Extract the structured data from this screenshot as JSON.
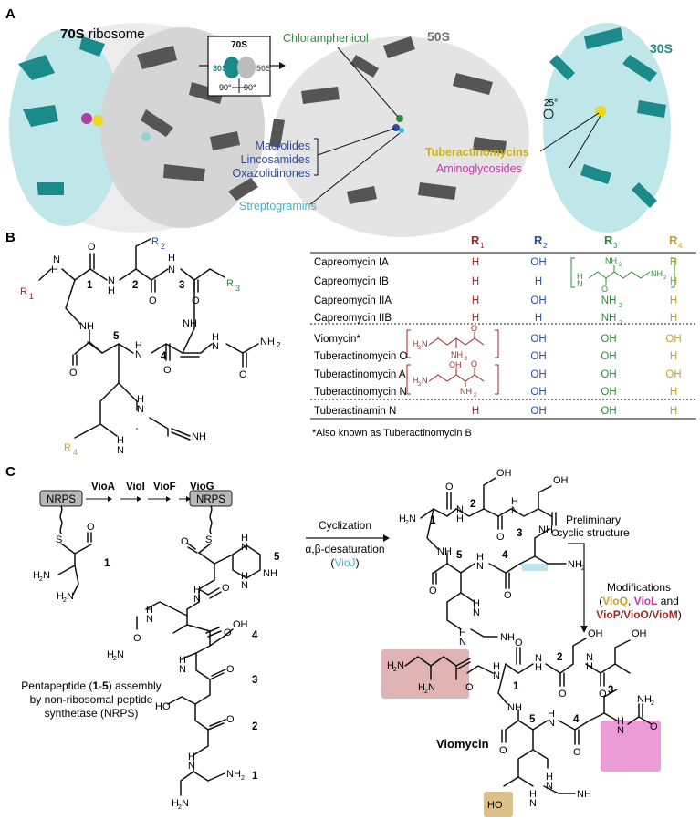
{
  "colors": {
    "teal": "#1a8a8a",
    "tealLight": "#8fd3d6",
    "grey": "#6f6f6f",
    "green": "#2e8b3e",
    "blue": "#2a4ea8",
    "cyan": "#38b4d0",
    "yellow": "#e2d21a",
    "magenta": "#c838a8",
    "darkred": "#a12727",
    "gold": "#c8a028",
    "red_r1": "#a12727",
    "blue_r2": "#2a4ea8",
    "green_r3": "#2e8b3e",
    "gold_r4": "#c8a028"
  },
  "panelA": {
    "label": "A",
    "ribosome_70s_bold": "70S",
    "ribosome_70s_rest": " ribosome",
    "inset_title": "70S",
    "inset_30s": "30S",
    "inset_50s": "50S",
    "inset_rot": "90°",
    "inset_rot2": "90°",
    "label_50s": "50S",
    "label_30s": "30S",
    "rotation_30s": "25°",
    "chloramphenicol": "Chloramphenicol",
    "macrolides": "Macrolides",
    "lincosamides": "Lincosamides",
    "oxazolidinones": "Oxazolidinones",
    "streptogramins": "Streptogramins",
    "tuberactinomycins": "Tuberactinomycins",
    "aminoglycosides": "Aminoglycosides"
  },
  "panelB": {
    "label": "B",
    "atoms": {
      "r1": "R",
      "r1_sub": "1",
      "r2": "R",
      "r2_sub": "2",
      "r3": "R",
      "r3_sub": "3",
      "r4": "R",
      "r4_sub": "4",
      "nh": "NH",
      "n": "N",
      "h": "H",
      "o": "O",
      "nh2": "NH",
      "nh2_sub": "2",
      "num1": "1",
      "num2": "2",
      "num3": "3",
      "num4": "4",
      "num5": "5"
    },
    "table": {
      "headers": [
        "R",
        "R",
        "R",
        "R"
      ],
      "header_subs": [
        "1",
        "2",
        "3",
        "4"
      ],
      "rows": [
        {
          "name": "Capreomycin IA",
          "r1": "H",
          "r2": "OH",
          "r3": "",
          "r4": "H"
        },
        {
          "name": "Capreomycin IB",
          "r1": "H",
          "r2": "H",
          "r3": "",
          "r4": "H"
        },
        {
          "name": "Capreomycin IIA",
          "r1": "H",
          "r2": "OH",
          "r3": "NH",
          "r4": "H"
        },
        {
          "name": "Capreomycin IIB",
          "r1": "H",
          "r2": "H",
          "r3": "NH",
          "r4": "H"
        },
        {
          "name": "Viomycin*",
          "r1": "",
          "r2": "OH",
          "r3": "OH",
          "r4": "OH"
        },
        {
          "name": "Tuberactinomycin O",
          "r1": "",
          "r2": "OH",
          "r3": "OH",
          "r4": "H"
        },
        {
          "name": "Tuberactinomycin A",
          "r1": "",
          "r2": "OH",
          "r3": "OH",
          "r4": "OH"
        },
        {
          "name": "Tuberactinomycin N",
          "r1": "",
          "r2": "OH",
          "r3": "OH",
          "r4": "H"
        },
        {
          "name": "Tuberactinamin N",
          "r1": "H",
          "r2": "OH",
          "r3": "OH",
          "r4": "H"
        }
      ],
      "sub2": "2",
      "footnote": "*Also known as Tuberactinomycin B",
      "frag_h2n": "H",
      "frag_h2n_sub": "2",
      "frag_n": "N",
      "frag_o": "O",
      "frag_nh2": "NH",
      "frag_oh": "OH",
      "frag_h": "H",
      "frag_bn": "N",
      "frag_nh": "NH"
    }
  },
  "panelC": {
    "label": "C",
    "enzymes": [
      "VioA",
      "VioI",
      "VioF",
      "VioG"
    ],
    "nrps": "NRPS",
    "nrps2": "NRPS",
    "s": "S",
    "s2": "S",
    "cyclization": "Cyclization",
    "desaturation": "α,β-desaturation",
    "vioj": "VioJ",
    "preliminary": "Preliminary",
    "cyclic_structure": "cyclic structure",
    "modifications": "Modifications",
    "vioq": "VioQ",
    "viol": "VioL",
    "and": " and",
    "viop": "VioP",
    "vioo": "VioO",
    "viom": "VioM",
    "pentapeptide_line1": "Pentapeptide (",
    "pentapeptide_bold1": "1",
    "pentapeptide_dash": "-",
    "pentapeptide_bold5": "5",
    "pentapeptide_end": ") assembly",
    "pentapeptide_line2": "by non-ribosomal peptide",
    "pentapeptide_line3": "synthetase (NRPS)",
    "viomycin": "Viomycin",
    "residue_labels": [
      "5",
      "4",
      "3",
      "2",
      "1"
    ],
    "sm_num": "1",
    "h2n": "H",
    "h2n_sub": "2",
    "nh2": "NH",
    "oh": "OH",
    "ho": "HO",
    "o": "O",
    "n": "N",
    "h": "H",
    "nh": "NH",
    "num1": "1",
    "num2": "2",
    "num3": "3",
    "num4": "4",
    "num5": "5"
  }
}
